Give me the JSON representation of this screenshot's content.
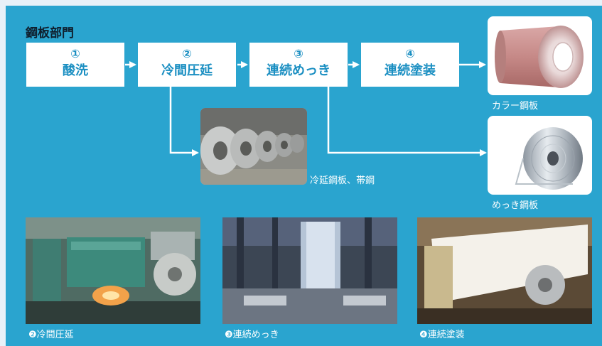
{
  "section_title": "鋼板部門",
  "steps": [
    {
      "number": "①",
      "label": "酸洗"
    },
    {
      "number": "②",
      "label": "冷間圧延"
    },
    {
      "number": "③",
      "label": "連続めっき"
    },
    {
      "number": "④",
      "label": "連続塗装"
    }
  ],
  "products": {
    "color_steel": "カラー鋼板",
    "plated_steel": "めっき鋼板",
    "cold_rolled": "冷延鋼板、帯鋼"
  },
  "photos": [
    {
      "caption": "❷冷間圧延"
    },
    {
      "caption": "❸連続めっき"
    },
    {
      "caption": "❹連続塗装"
    }
  ],
  "colors": {
    "panel": "#2aa4cf",
    "step_text": "#1b8fc2",
    "box": "#ffffff",
    "arrow": "#ffffff"
  }
}
